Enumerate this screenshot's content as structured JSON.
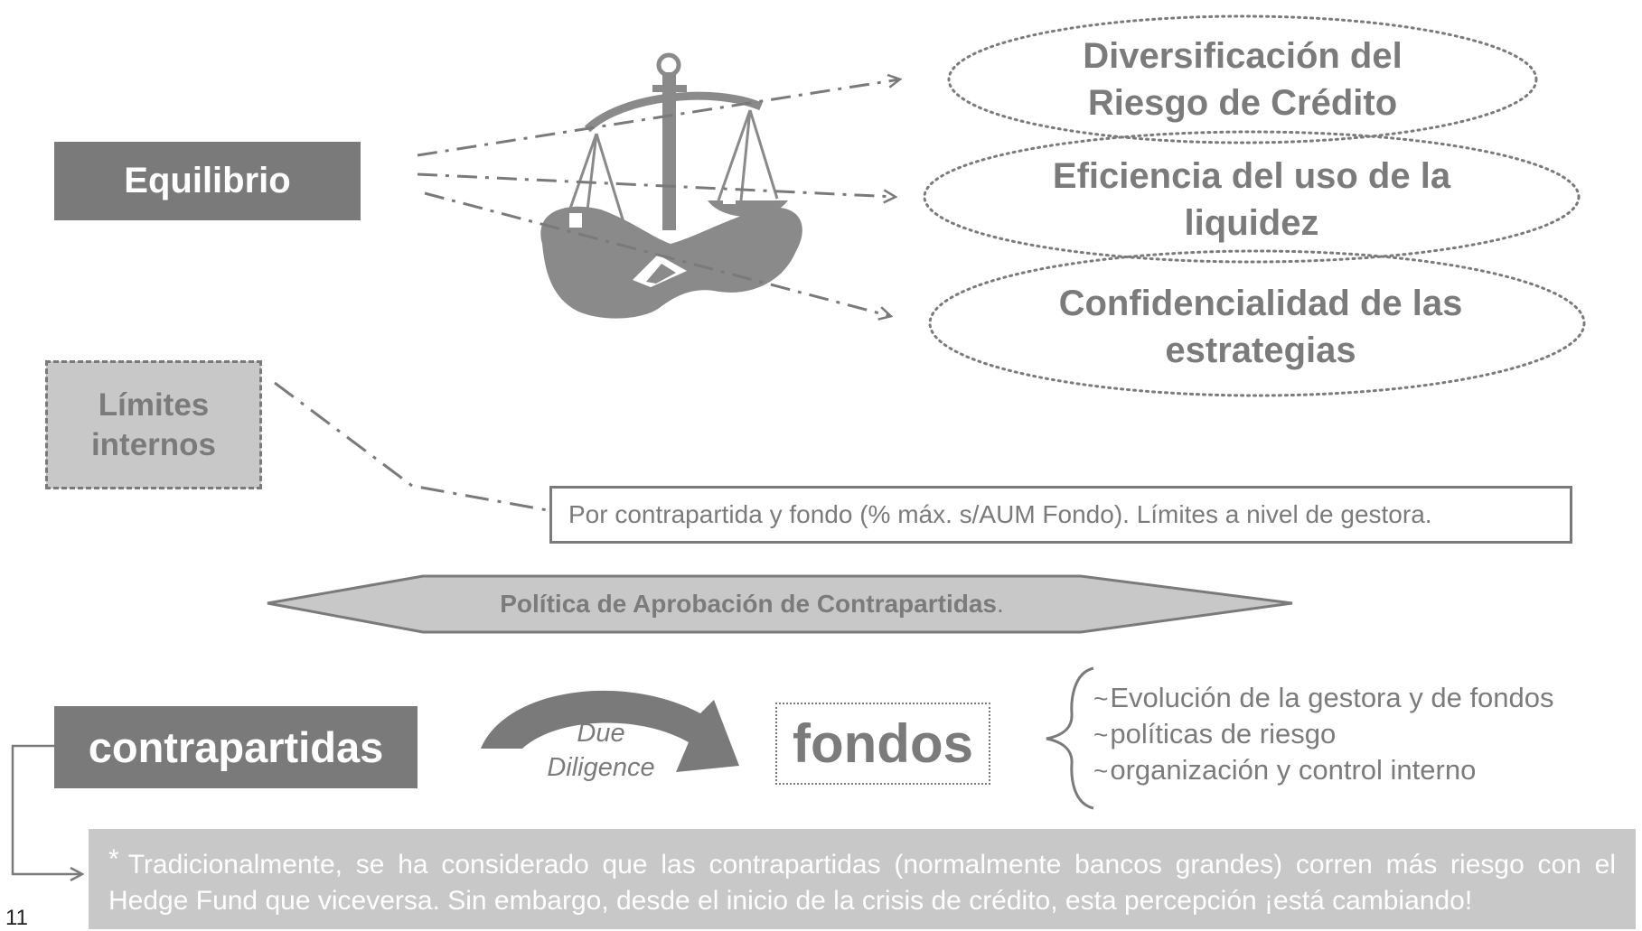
{
  "balance": {
    "label": "Equilibrio",
    "targets": [
      {
        "line1": "Diversificación del",
        "line2": "Riesgo de Crédito"
      },
      {
        "line1": "Eficiencia del uso de la",
        "line2": "liquidez"
      },
      {
        "line1": "Confidencialidad de las",
        "line2": "estrategias"
      }
    ]
  },
  "limits": {
    "line1": "Límites",
    "line2": "internos",
    "note": "Por contrapartida y fondo (% máx. s/AUM Fondo). Límites a nivel de gestora."
  },
  "policy": {
    "bold": "Política de Aprobación de Contrapartidas",
    "suffix": "."
  },
  "process": {
    "source": "contrapartidas",
    "arrow_line1": "Due",
    "arrow_line2": "Diligence",
    "target": "fondos",
    "marker": "~",
    "items": [
      "Evolución de la gestora y de fondos",
      "políticas de riesgo",
      "organización y control interno"
    ]
  },
  "footnote": {
    "marker": "*",
    "text": "Tradicionalmente, se ha considerado que las contrapartidas (normalmente bancos grandes) corren más riesgo con el Hedge Fund que viceversa. Sin embargo, desde el inicio de la crisis de crédito, esta percepción ¡está cambiando!"
  },
  "page_number": "11",
  "colors": {
    "dark_gray": "#7a7a7a",
    "light_gray": "#c8c8c8",
    "text_gray": "#7b7b7b"
  }
}
